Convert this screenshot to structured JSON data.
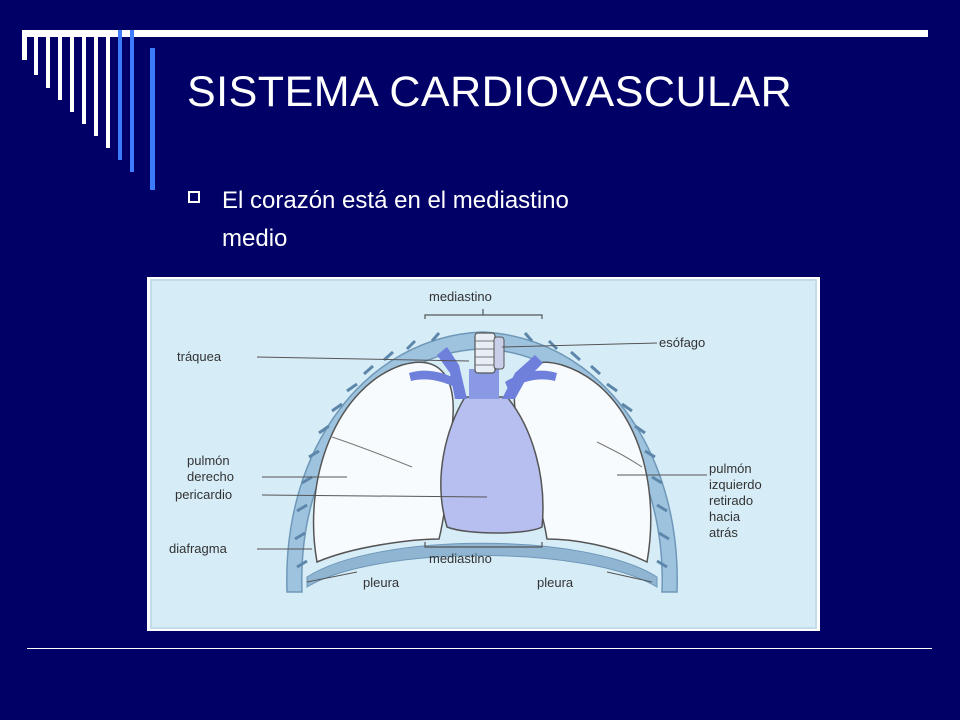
{
  "slide": {
    "title": "SISTEMA CARDIOVASCULAR",
    "bullets": [
      {
        "text": "El corazón está en el mediastino medio"
      }
    ]
  },
  "figure": {
    "labels": {
      "mediastino_top": "mediastino",
      "traquea": "tráquea",
      "esofago": "esófago",
      "pulmon_derecho_1": "pulmón",
      "pulmon_derecho_2": "derecho",
      "pericardio": "pericardio",
      "diafragma": "diafragma",
      "mediastino_bottom": "mediastino",
      "pleura_left": "pleura",
      "pleura_right": "pleura",
      "pulmon_izq_1": "pulmón",
      "pulmon_izq_2": "izquierdo",
      "pulmon_izq_3": "retirado",
      "pulmon_izq_4": "hacia",
      "pulmon_izq_5": "atrás"
    },
    "colors": {
      "panel": "#d6ecf7",
      "heart": "#b6bff0",
      "vessel": "#6e80dc",
      "lung": "#f8fbfd",
      "rib": "#7fa9c9",
      "line": "#555555"
    }
  }
}
